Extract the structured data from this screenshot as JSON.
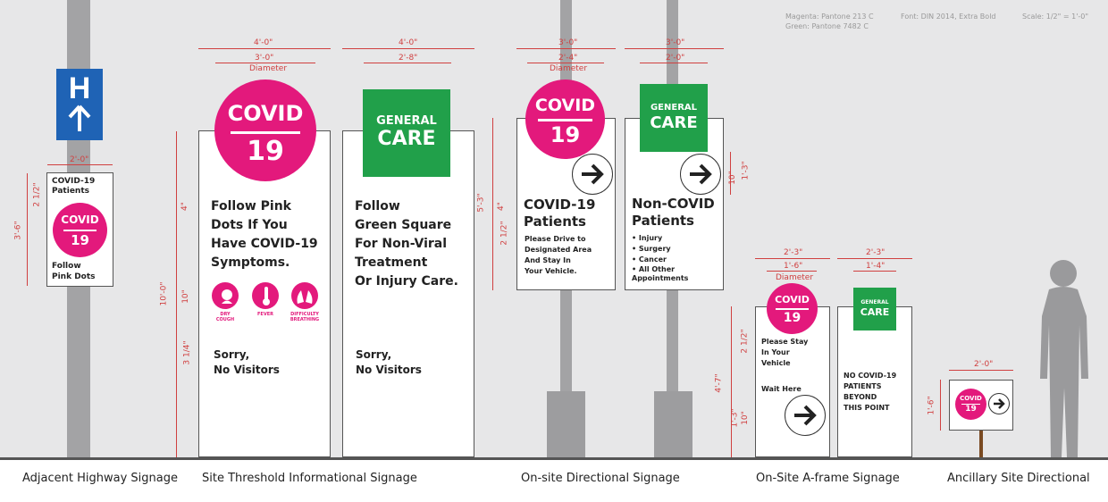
{
  "notes": {
    "magenta": "Magenta: Pantone 213 C",
    "green": "Green: Pantone 7482 C",
    "font": "Font: DIN 2014, Extra Bold",
    "scale": "Scale: 1/2\" = 1'-0\""
  },
  "colors": {
    "magenta": "#e3197c",
    "green": "#21a04a",
    "hospital_blue": "#1f63b5"
  },
  "captions": {
    "highway": "Adjacent Highway Signage",
    "threshold": "Site Threshold Informational Signage",
    "directional": "On-site Directional Signage",
    "aframe": "On-Site A-frame Signage",
    "ancillary": "Ancillary Site Directional"
  },
  "highway": {
    "h_letter": "H",
    "dim_width": "2'-0\"",
    "dim_height": "3'-6\"",
    "dim_small": "2 1/2\"",
    "title": "COVID-19\nPatients",
    "circle_top": "COVID",
    "circle_bottom": "19",
    "follow": "Follow\nPink Dots"
  },
  "threshold_pink": {
    "dim_outer": "4'-0\"",
    "dim_inner": "3'-0\"",
    "dim_label": "Diameter",
    "circle_top": "COVID",
    "circle_bottom": "19",
    "body": "Follow Pink\nDots If You\nHave COVID-19\nSymptoms.",
    "symptoms": [
      "DRY\nCOUGH",
      "FEVER",
      "DIFFICULTY\nBREATHING"
    ],
    "footer": "Sorry,\nNo Visitors",
    "dim_height": "10'-0\"",
    "dim_a": "4\"",
    "dim_b": "10\"",
    "dim_c": "3 1/4\""
  },
  "threshold_green": {
    "dim_outer": "4'-0\"",
    "dim_inner": "2'-8\"",
    "square_top": "GENERAL",
    "square_bottom": "CARE",
    "body": "Follow\nGreen Square\nFor Non-Viral\nTreatment\nOr Injury Care.",
    "footer": "Sorry,\nNo Visitors"
  },
  "directional_pink": {
    "dim_outer": "3'-0\"",
    "dim_inner": "2'-4\"",
    "dim_label": "Diameter",
    "circle_top": "COVID",
    "circle_bottom": "19",
    "title": "COVID-19\nPatients",
    "body": "Please Drive to\nDesignated Area\nAnd Stay In\nYour Vehicle.",
    "dim_height": "5'-3\"",
    "dim_a": "4\"",
    "dim_b": "2 1/2\""
  },
  "directional_green": {
    "dim_outer": "3'-0\"",
    "dim_inner": "2'-0\"",
    "square_top": "GENERAL",
    "square_bottom": "CARE",
    "title": "Non-COVID\nPatients",
    "items": [
      "Injury",
      "Surgery",
      "Cancer",
      "All Other\nAppointments"
    ],
    "dim_side": "1'-3\"",
    "dim_side2": "10\""
  },
  "aframe_pink": {
    "dim_outer": "2'-3\"",
    "dim_inner": "1'-6\"",
    "dim_label": "Diameter",
    "circle_top": "COVID",
    "circle_bottom": "19",
    "body": "Please Stay\nIn Your\nVehicle",
    "wait": "Wait Here",
    "dim_height": "4'-7\"",
    "dim_a": "2 1/2\"",
    "dim_b": "1'-3\"",
    "dim_c": "10\""
  },
  "aframe_green": {
    "dim_outer": "2'-3\"",
    "dim_inner": "1'-4\"",
    "square_top": "GENERAL",
    "square_bottom": "CARE",
    "body": "NO COVID-19\nPATIENTS\nBEYOND\nTHIS POINT"
  },
  "ancillary": {
    "dim_width": "2'-0\"",
    "dim_height": "1'-6\"",
    "circle_top": "COVID",
    "circle_bottom": "19"
  }
}
